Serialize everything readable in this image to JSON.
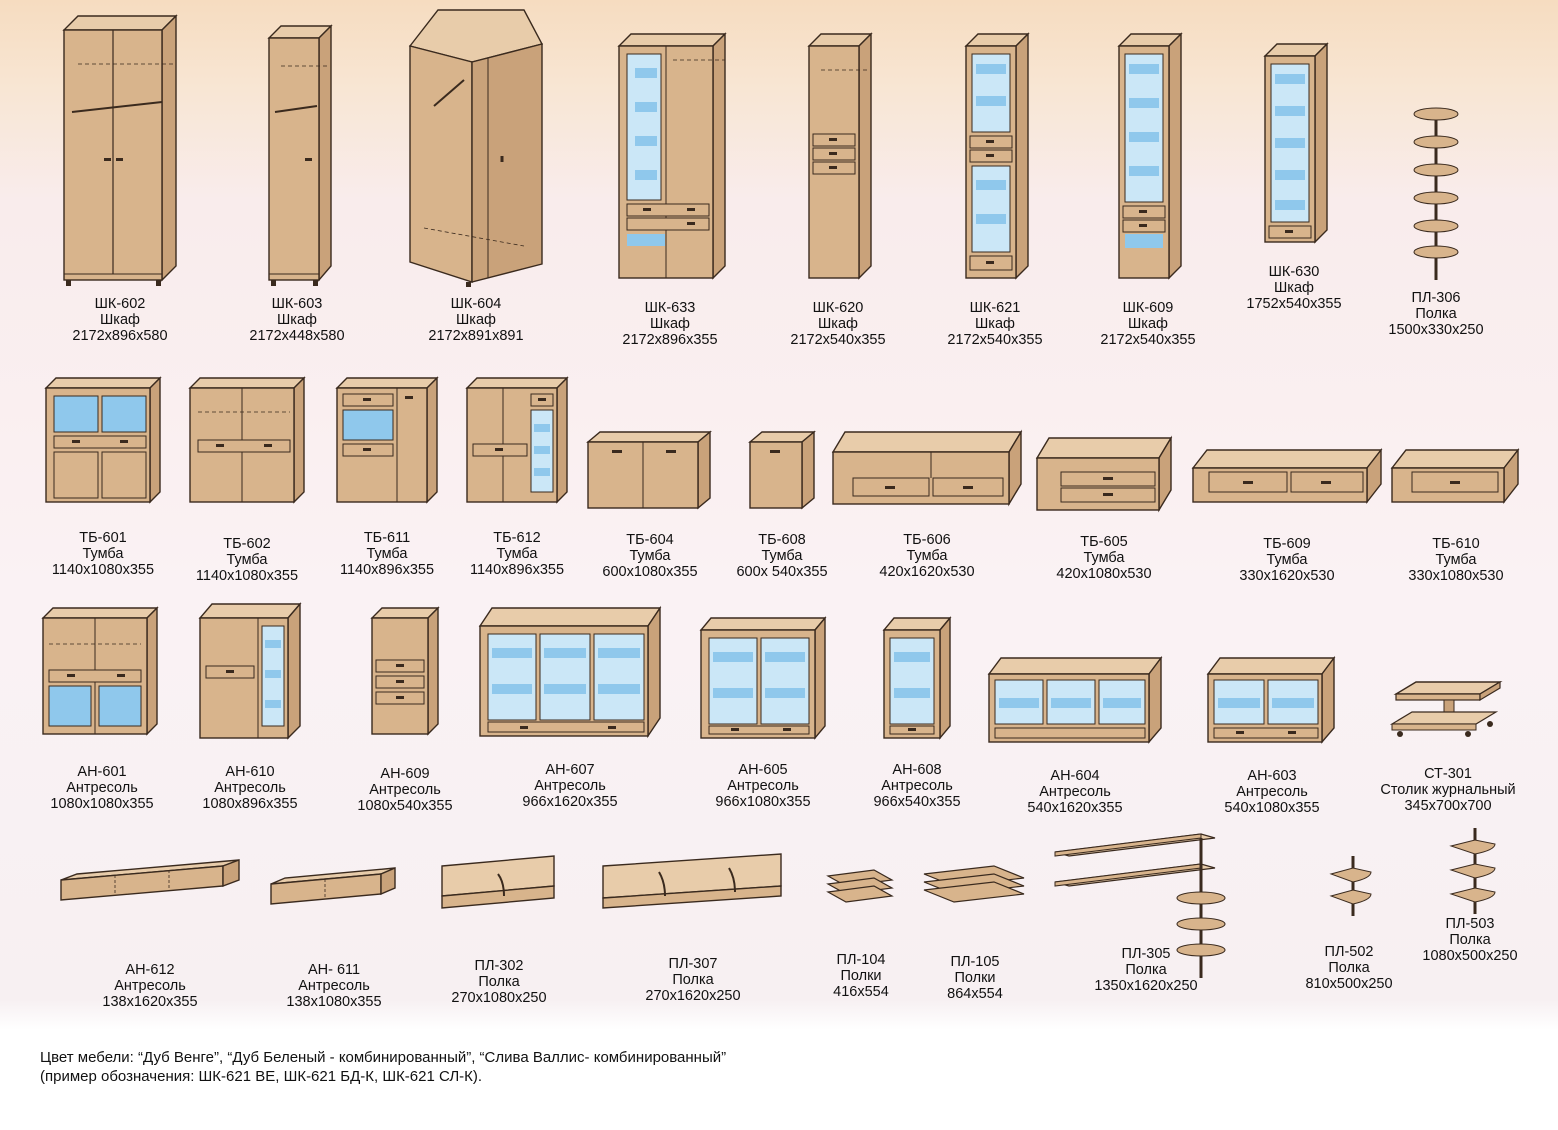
{
  "rows": [
    [
      {
        "code": "ШК-602",
        "name": "Шкаф",
        "size": "2172х896х580"
      },
      {
        "code": "ШК-603",
        "name": "Шкаф",
        "size": "2172х448х580"
      },
      {
        "code": "ШК-604",
        "name": "Шкаф",
        "size": "2172х891х891"
      },
      {
        "code": "ШК-633",
        "name": "Шкаф",
        "size": "2172х896х355"
      },
      {
        "code": "ШК-620",
        "name": "Шкаф",
        "size": "2172х540х355"
      },
      {
        "code": "ШК-621",
        "name": "Шкаф",
        "size": "2172х540х355"
      },
      {
        "code": "ШК-609",
        "name": "Шкаф",
        "size": "2172х540х355"
      },
      {
        "code": "ШК-630",
        "name": "Шкаф",
        "size": "1752х540х355"
      },
      {
        "code": "ПЛ-306",
        "name": "Полка",
        "size": "1500х330х250"
      }
    ],
    [
      {
        "code": "ТБ-601",
        "name": "Тумба",
        "size": "1140х1080х355"
      },
      {
        "code": "ТБ-602",
        "name": "Тумба",
        "size": "1140х1080х355"
      },
      {
        "code": "ТБ-611",
        "name": "Тумба",
        "size": "1140х896х355"
      },
      {
        "code": "ТБ-612",
        "name": "Тумба",
        "size": "1140х896х355"
      },
      {
        "code": "ТБ-604",
        "name": "Тумба",
        "size": "600х1080х355"
      },
      {
        "code": "ТБ-608",
        "name": "Тумба",
        "size": "600х 540х355"
      },
      {
        "code": "ТБ-606",
        "name": "Тумба",
        "size": "420х1620х530"
      },
      {
        "code": "ТБ-605",
        "name": "Тумба",
        "size": "420х1080х530"
      },
      {
        "code": "ТБ-609",
        "name": "Тумба",
        "size": "330х1620х530"
      },
      {
        "code": "ТБ-610",
        "name": "Тумба",
        "size": "330х1080х530"
      }
    ],
    [
      {
        "code": "АН-601",
        "name": "Антресоль",
        "size": "1080х1080х355"
      },
      {
        "code": "АН-610",
        "name": "Антресоль",
        "size": "1080х896х355"
      },
      {
        "code": "АН-609",
        "name": "Антресоль",
        "size": "1080х540х355"
      },
      {
        "code": "АН-607",
        "name": "Антресоль",
        "size": "966х1620х355"
      },
      {
        "code": "АН-605",
        "name": "Антресоль",
        "size": "966х1080х355"
      },
      {
        "code": "АН-608",
        "name": "Антресоль",
        "size": "966х540х355"
      },
      {
        "code": "АН-604",
        "name": "Антресоль",
        "size": "540х1620х355"
      },
      {
        "code": "АН-603",
        "name": "Антресоль",
        "size": "540х1080х355"
      },
      {
        "code": "СТ-301",
        "name": "Столик журнальный",
        "size": "345х700х700"
      }
    ],
    [
      {
        "code": "АН-612",
        "name": "Антресоль",
        "size": "138х1620х355"
      },
      {
        "code": "АН- 611",
        "name": "Антресоль",
        "size": "138х1080х355"
      },
      {
        "code": "ПЛ-302",
        "name": "Полка",
        "size": "270х1080х250"
      },
      {
        "code": "ПЛ-307",
        "name": "Полка",
        "size": "270х1620х250"
      },
      {
        "code": "ПЛ-104",
        "name": "Полки",
        "size": "416х554"
      },
      {
        "code": "ПЛ-105",
        "name": "Полки",
        "size": "864х554"
      },
      {
        "code": "ПЛ-305",
        "name": "Полка",
        "size": "1350х1620х250"
      },
      {
        "code": "ПЛ-502",
        "name": "Полка",
        "size": "810х500х250"
      },
      {
        "code": "ПЛ-503",
        "name": "Полка",
        "size": "1080х500х250"
      }
    ]
  ],
  "footer": {
    "line1": "Цвет мебели: “Дуб Венге”, “Дуб Беленый - комбинированный”, “Слива Валлис- комбинированный”",
    "line2": "(пример обозначения: ШК-621 ВЕ, ШК-621 БД-К, ШК-621 СЛ-К)."
  },
  "colors": {
    "wood": "#d8b48c",
    "wood_side": "#c9a27a",
    "wood_top": "#e8ccaa",
    "edge": "#3a2a1e",
    "glass": "#8fc8ec",
    "glass_light": "#cbe7f7",
    "handle": "#3a2a1e"
  }
}
